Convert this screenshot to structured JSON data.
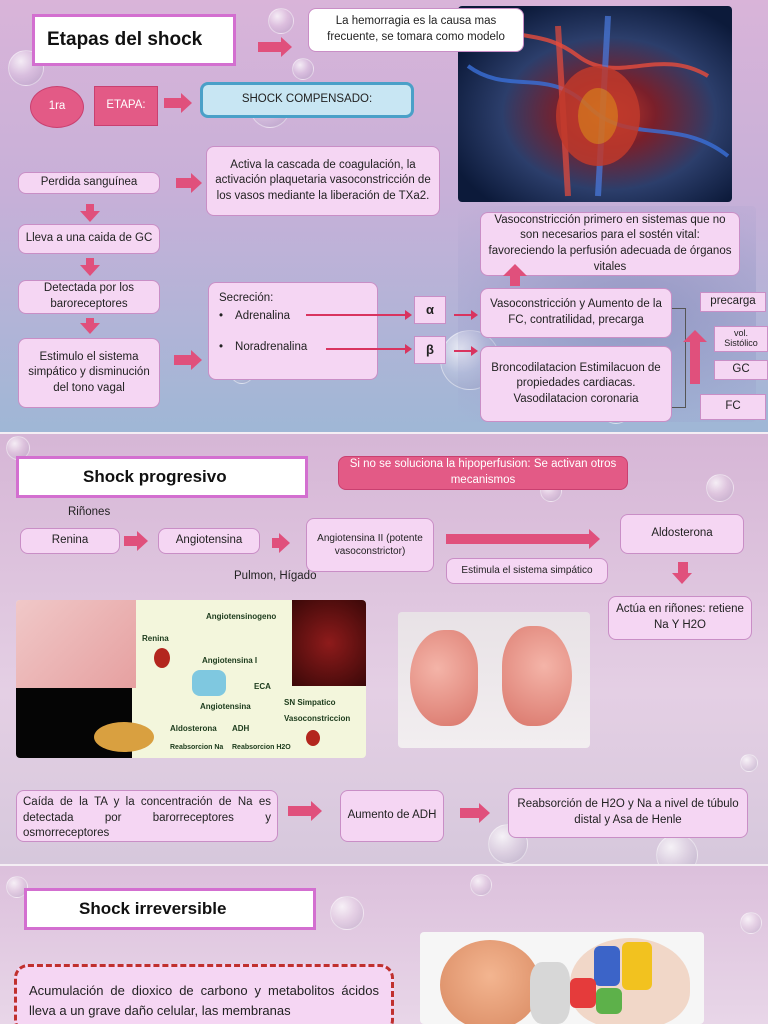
{
  "section1": {
    "title": "Etapas del shock",
    "note": "La hemorragia es la causa mas frecuente, se tomara como modelo",
    "stage_number": "1ra",
    "stage_label": "ETAPA:",
    "stage_name": "SHOCK COMPENSADO:",
    "flow": [
      "Perdida sanguínea",
      "Lleva a una caida de GC",
      "Detectada por los baroreceptores",
      "Estimulo el sistema simpático y disminución del tono vagal"
    ],
    "coagulation": "Activa la cascada de coagulación, la activación plaquetaria vasoconstricción de los  vasos mediante la liberación de TXa2.",
    "secretion_title": "Secreción:",
    "secretion_items": [
      "Adrenalina",
      "Noradrenalina"
    ],
    "bullet": "•",
    "alpha": "α",
    "beta": "β",
    "vasoconstriction_top": "Vasoconstricción primero en sistemas que no son necesarios para el sostén vital: favoreciendo la perfusión adecuada de órganos vitales",
    "alpha_effect": "Vasoconstricción y Aumento de la FC, contratilidad, precarga",
    "beta_effect": "Broncodilatacion Estimilacuon de propiedades cardiacas. Vasodilatacion coronaria",
    "right_labels": [
      "precarga",
      "vol. Sistólico",
      "GC",
      "FC"
    ]
  },
  "section2": {
    "title": "Shock progresivo",
    "note": "Si no se soluciona la hipoperfusion: Se activan otros mecanismos",
    "kidneys_label": "Riñones",
    "renina": "Renina",
    "angiotensina": "Angiotensina",
    "angiotensina2": "Angiotensina II (potente vasoconstrictor)",
    "pulmon_higado": "Pulmon, Hígado",
    "aldosterona": "Aldosterona",
    "stimulates": "Estimula el sistema simpático",
    "aldo_effect": "Actúa en riñones: retiene Na Y H2O",
    "diagram": {
      "angiotensinogeno": "Angiotensinogeno",
      "renina": "Renina",
      "angiotensina1": "Angiotensina I",
      "eca": "ECA",
      "angiotensina2": "Angiotensina",
      "sn": "SN Simpatico",
      "vaso": "Vasoconstriccion",
      "aldosterona": "Aldosterona",
      "adh": "ADH",
      "reab_na": "Reabsorcion Na",
      "reab_h2o": "Reabsorcion H2O"
    },
    "ta_drop": "Caída de la TA y la concentración de Na es detectada por barorreceptores y osmorreceptores",
    "adh": "Aumento de ADH",
    "reabsorption": "Reabsorción de H2O y Na a nivel de túbulo distal y Asa de Henle"
  },
  "section3": {
    "title": "Shock irreversible",
    "text": "Acumulación de dioxico de carbono y metabolitos ácidos lleva a un grave daño celular, las membranas"
  },
  "colors": {
    "accent_pink": "#e0507c",
    "box_fill": "#f5d6f3",
    "title_border": "#d36fd0",
    "compensado_border": "#4aa0c8"
  }
}
